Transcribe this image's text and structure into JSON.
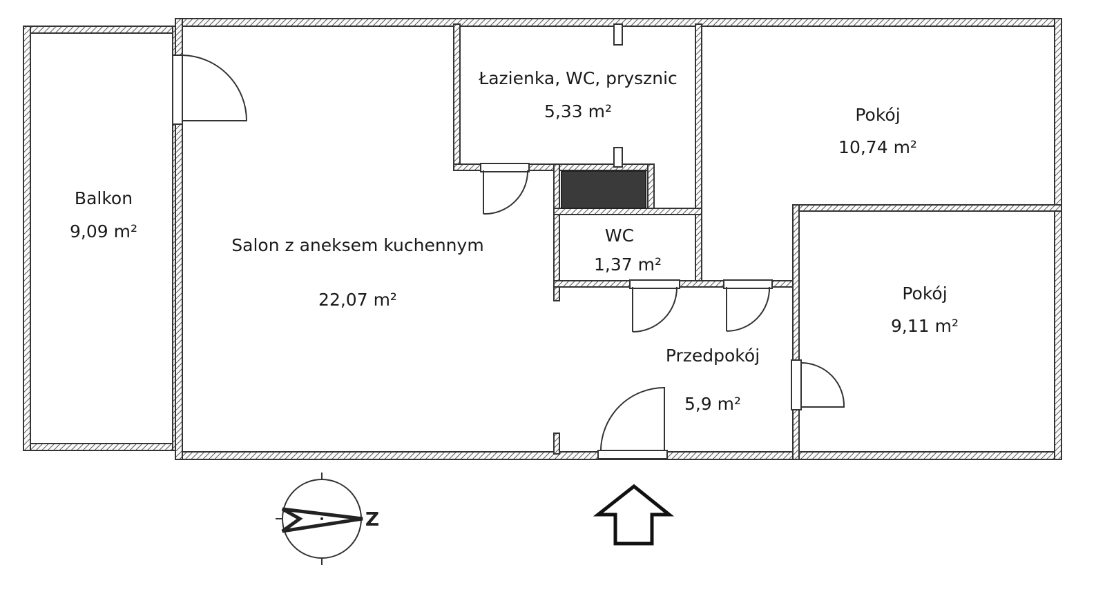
{
  "rooms": {
    "balcony": {
      "name": "Balkon",
      "area": "9,09 m²"
    },
    "living": {
      "name": "Salon z aneksem kuchennym",
      "area": "22,07 m²"
    },
    "bathroom": {
      "name": "Łazienka, WC, prysznic",
      "area": "5,33 m²"
    },
    "room1": {
      "name": "Pokój",
      "area": "10,74 m²"
    },
    "wc": {
      "name": "WC",
      "area": "1,37 m²"
    },
    "hall": {
      "name": "Przedpokój",
      "area": "5,9 m²"
    },
    "room2": {
      "name": "Pokój",
      "area": "9,11 m²"
    }
  },
  "compass": {
    "letter": "Z"
  }
}
